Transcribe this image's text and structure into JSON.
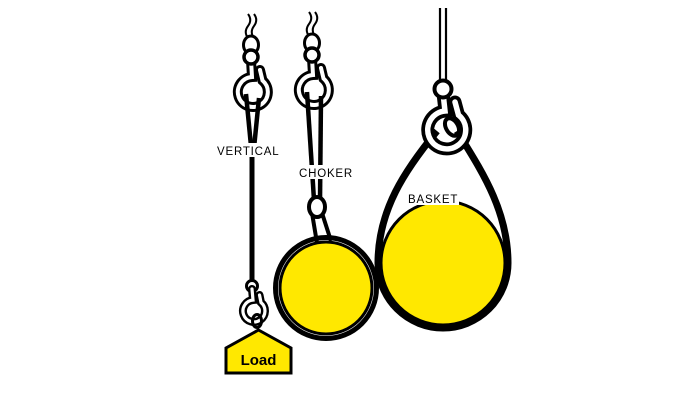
{
  "diagram": {
    "background": "#ffffff",
    "colors": {
      "outline": "#000000",
      "load_fill": "#ffe800",
      "label_text": "#000000"
    },
    "hitches": [
      {
        "id": "vertical",
        "label": "VERTICAL"
      },
      {
        "id": "choker",
        "label": "CHOKER"
      },
      {
        "id": "basket",
        "label": "BASKET"
      }
    ],
    "load_tag": {
      "label": "Load"
    }
  }
}
